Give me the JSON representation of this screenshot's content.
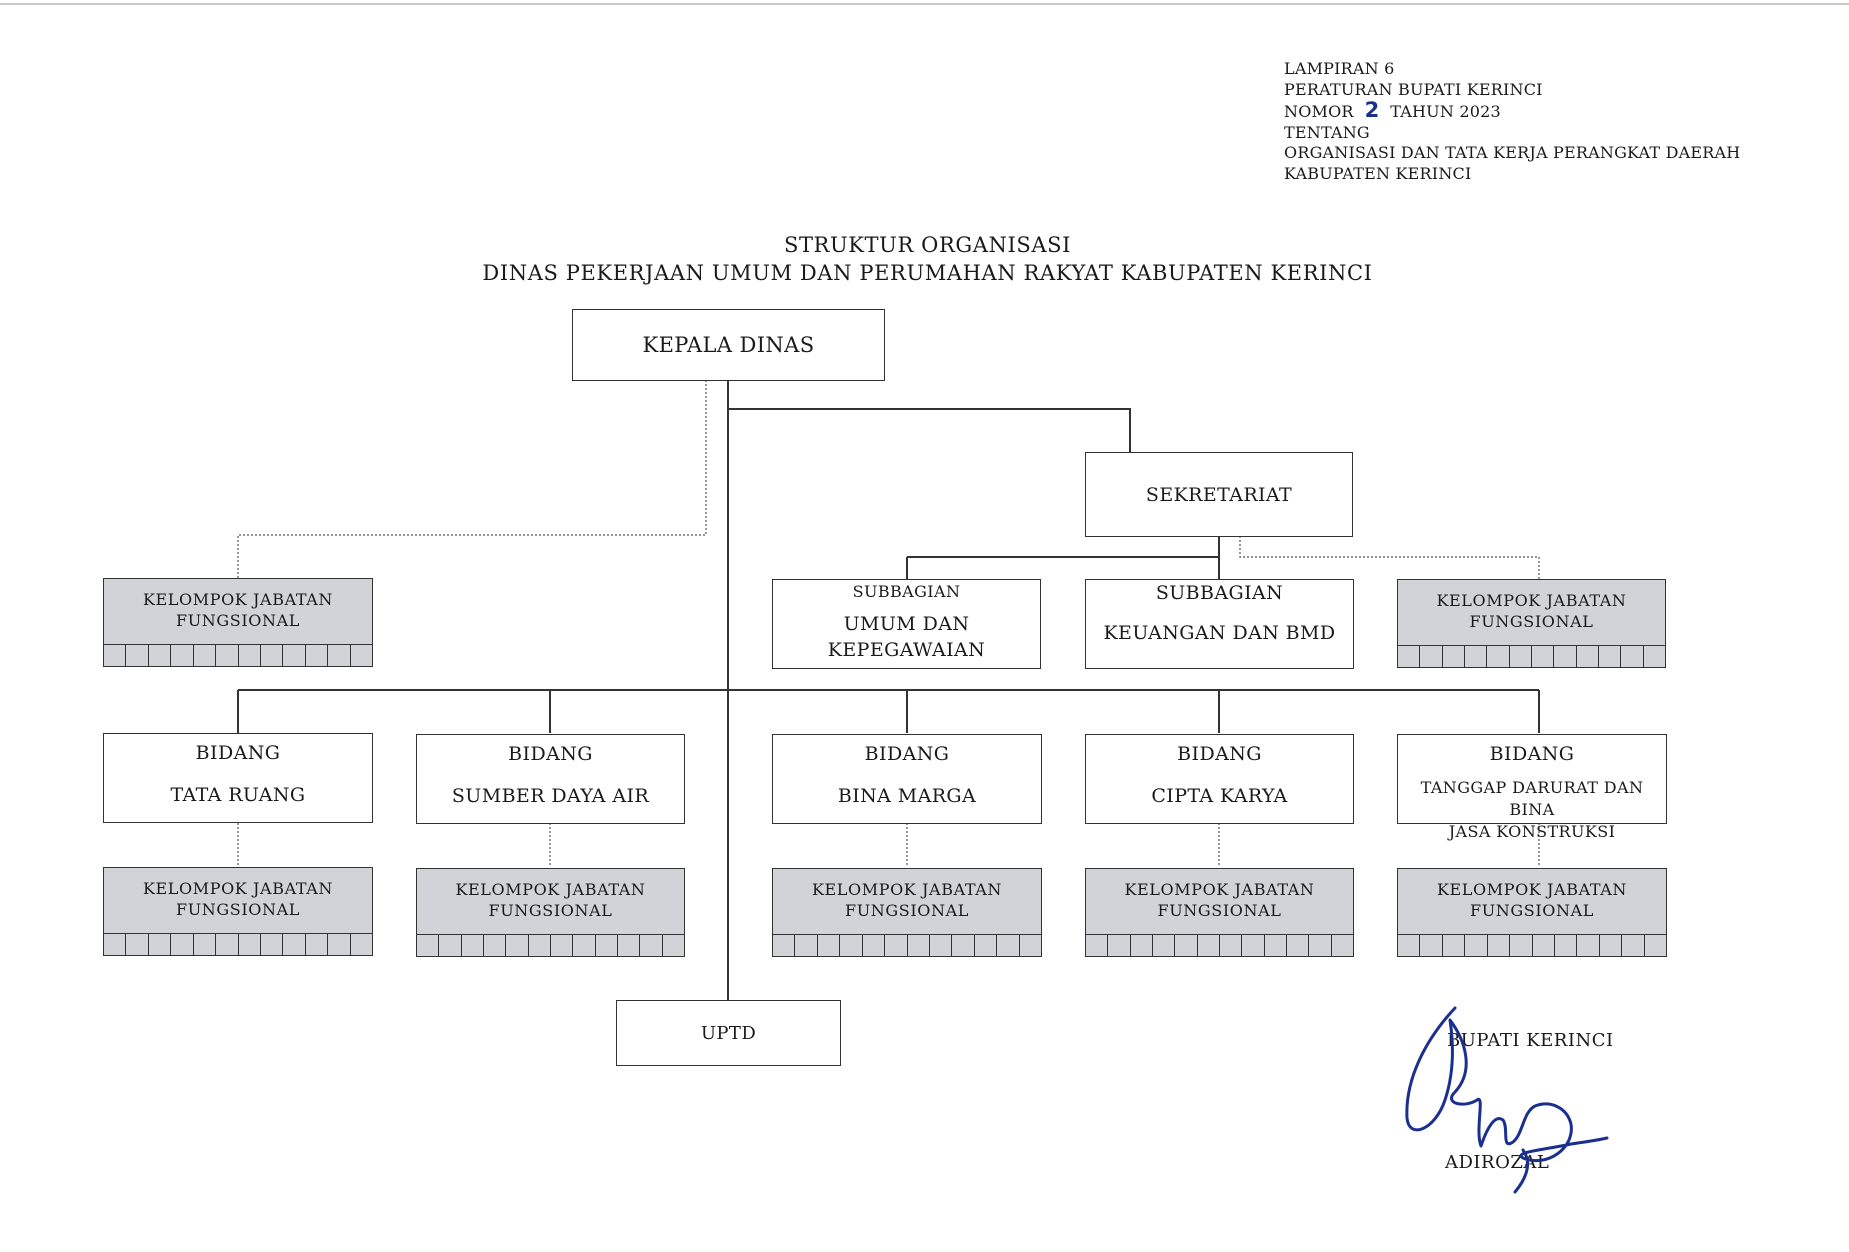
{
  "header": {
    "line1": "LAMPIRAN  6",
    "line2": "PERATURAN BUPATI KERINCI",
    "nomor_label": "NOMOR",
    "nomor_value": "2",
    "tahun": "TAHUN 2023",
    "line4": "TENTANG",
    "line5": "ORGANISASI DAN TATA KERJA PERANGKAT DAERAH",
    "line6": "KABUPATEN KERINCI"
  },
  "title": {
    "line1": "STRUKTUR ORGANISASI",
    "line2": "DINAS PEKERJAAN UMUM DAN PERUMAHAN RAKYAT KABUPATEN KERINCI"
  },
  "chart": {
    "kepala_dinas": "KEPALA DINAS",
    "sekretariat": "SEKRETARIAT",
    "subbagian_label": "SUBBAGIAN",
    "subbagian_umum_l1": "UMUM DAN",
    "subbagian_umum_l2": "KEPEGAWAIAN",
    "subbagian_keuangan": "KEUANGAN DAN BMD",
    "jf_line1": "KELOMPOK  JABATAN",
    "jf_line2": "FUNGSIONAL",
    "bidang_label": "BIDANG",
    "bidang": [
      {
        "l1": "TATA RUANG"
      },
      {
        "l1": "SUMBER DAYA AIR"
      },
      {
        "l1": "BINA MARGA"
      },
      {
        "l1": "CIPTA KARYA"
      },
      {
        "l1": "TANGGAP DARURAT DAN BINA",
        "l2": "JASA KONSTRUKSI"
      }
    ],
    "uptd": "UPTD"
  },
  "signature": {
    "title": "BUPATI KERINCI",
    "name": "ADIROZAL"
  },
  "colors": {
    "jf_fill": "#d2d3d8",
    "line": "#333333",
    "signature_ink": "#1b2f8f"
  }
}
